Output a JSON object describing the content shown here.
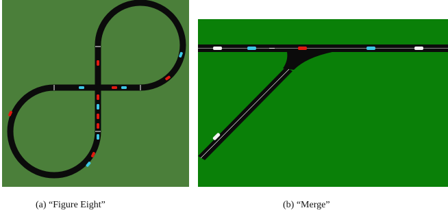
{
  "colors": {
    "grass_a": "#4b7f3a",
    "grass_b": "#0a8008",
    "road": "#0b0b0b",
    "lane_line": "#ffffff",
    "car_red": "#e01a0f",
    "car_cyan": "#3dc8e6",
    "car_white": "#f4f4f4"
  },
  "panels": [
    {
      "id": "a",
      "caption": "(a) “Figure Eight”"
    },
    {
      "id": "b",
      "caption": "(b) “Merge”"
    }
  ]
}
